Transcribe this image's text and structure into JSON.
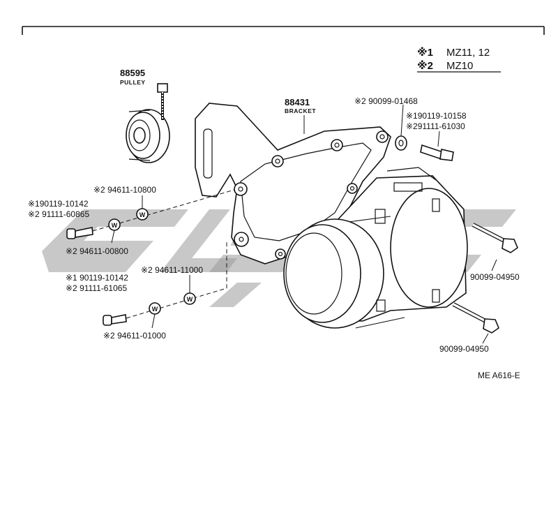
{
  "legend": {
    "items": [
      {
        "mark": "※1",
        "text": "MZ11, 12"
      },
      {
        "mark": "※2",
        "text": "MZ10"
      }
    ]
  },
  "parts": {
    "pulley": {
      "number": "88595",
      "name": "PULLEY"
    },
    "bracket": {
      "number": "88431",
      "name": "BRACKET"
    }
  },
  "callouts": {
    "c1": "※2 90099-01468",
    "c2": "※190119-10158",
    "c3": "※291111-61030",
    "c4": "※2 94611-10800",
    "c5": "※190119-10142",
    "c6": "※2 91111-60865",
    "c7": "※2 94611-00800",
    "c8": "※2 94611-11000",
    "c9": "※1 90119-10142",
    "c10": "※2 91111-61065",
    "c11": "※2 94611-01000",
    "c12": "90099-04950",
    "c13": "90099-04950"
  },
  "washer_mark": "W",
  "diagram_code": "ME A616-E"
}
